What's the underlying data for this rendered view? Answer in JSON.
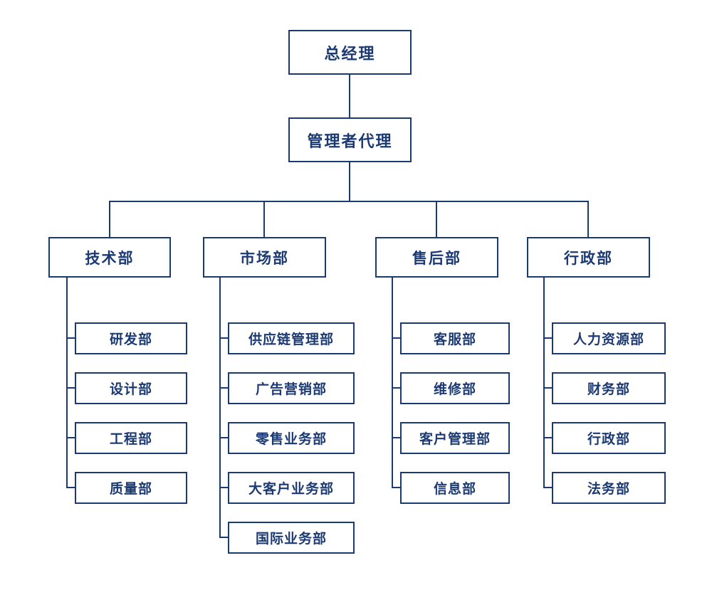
{
  "colors": {
    "accent": "#1b3a73",
    "background": "#ffffff"
  },
  "chart": {
    "root": {
      "label": "总经理"
    },
    "deputy": {
      "label": "管理者代理"
    },
    "departments": [
      {
        "label": "技术部",
        "children": [
          {
            "label": "研发部"
          },
          {
            "label": "设计部"
          },
          {
            "label": "工程部"
          },
          {
            "label": "质量部"
          }
        ]
      },
      {
        "label": "市场部",
        "children": [
          {
            "label": "供应链管理部"
          },
          {
            "label": "广告营销部"
          },
          {
            "label": "零售业务部"
          },
          {
            "label": "大客户业务部"
          },
          {
            "label": "国际业务部"
          }
        ]
      },
      {
        "label": "售后部",
        "children": [
          {
            "label": "客服部"
          },
          {
            "label": "维修部"
          },
          {
            "label": "客户管理部"
          },
          {
            "label": "信息部"
          }
        ]
      },
      {
        "label": "行政部",
        "children": [
          {
            "label": "人力资源部"
          },
          {
            "label": "财务部"
          },
          {
            "label": "行政部"
          },
          {
            "label": "法务部"
          }
        ]
      }
    ]
  }
}
